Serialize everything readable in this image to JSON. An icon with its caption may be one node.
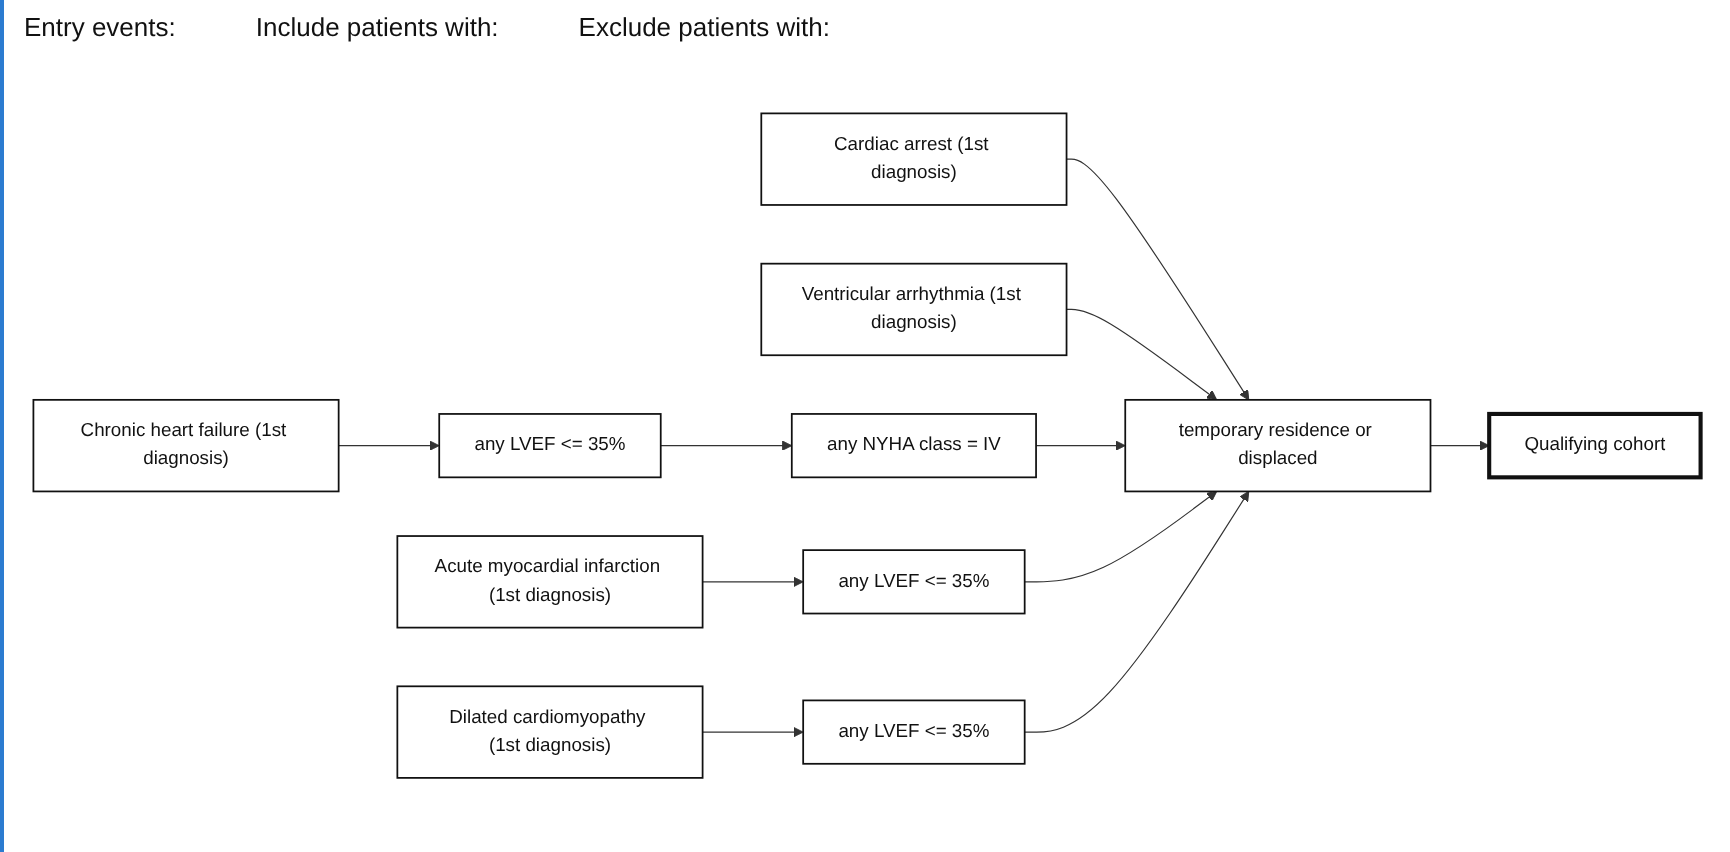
{
  "diagram": {
    "nodes": [
      {
        "text": [
          "Cardiac arrest (1st diagnosis)"
        ]
      },
      {
        "text": [
          "Ventricular arrhythmia (1st diagnosis)"
        ]
      },
      {
        "text": [
          "Chronic heart failure (1st diagnosis)"
        ]
      },
      {
        "text": [
          "Acute myocardial infarction (1st diagnosis)"
        ]
      },
      {
        "text": [
          "Dilated cardiomyopathy (1st diagnosis)"
        ]
      },
      {
        "text": [
          "any LVEF <= 35%"
        ]
      },
      {
        "text": [
          "any NYHA class = IV"
        ]
      },
      {
        "text": [
          "temporary residence or displaced"
        ]
      },
      {
        "text": [
          "Qualifying cohort"
        ]
      },
      {
        "text": [
          "any LVEF <= 35%"
        ]
      },
      {
        "text": [
          "any LVEF <= 35%"
        ]
      }
    ],
    "edges": [
      {
        "from": 0,
        "to": 7,
        "arrow": "to"
      },
      {
        "from": 1,
        "to": 7,
        "arrow": "to"
      },
      {
        "from": 2,
        "to": 5,
        "arrow": "to"
      },
      {
        "from": 5,
        "to": 6,
        "arrow": "to"
      },
      {
        "from": 6,
        "to": 7,
        "arrow": "to"
      },
      {
        "from": 7,
        "to": 8,
        "arrow": "to"
      },
      {
        "from": 3,
        "to": 9,
        "arrow": "to"
      },
      {
        "from": 9,
        "to": 7,
        "arrow": "to"
      },
      {
        "from": 4,
        "to": 10,
        "arrow": "to"
      },
      {
        "from": 10,
        "to": 7,
        "arrow": "to"
      }
    ],
    "labels": [
      "Entry events:",
      "Include patients with:",
      "Exclude patients with:"
    ]
  }
}
